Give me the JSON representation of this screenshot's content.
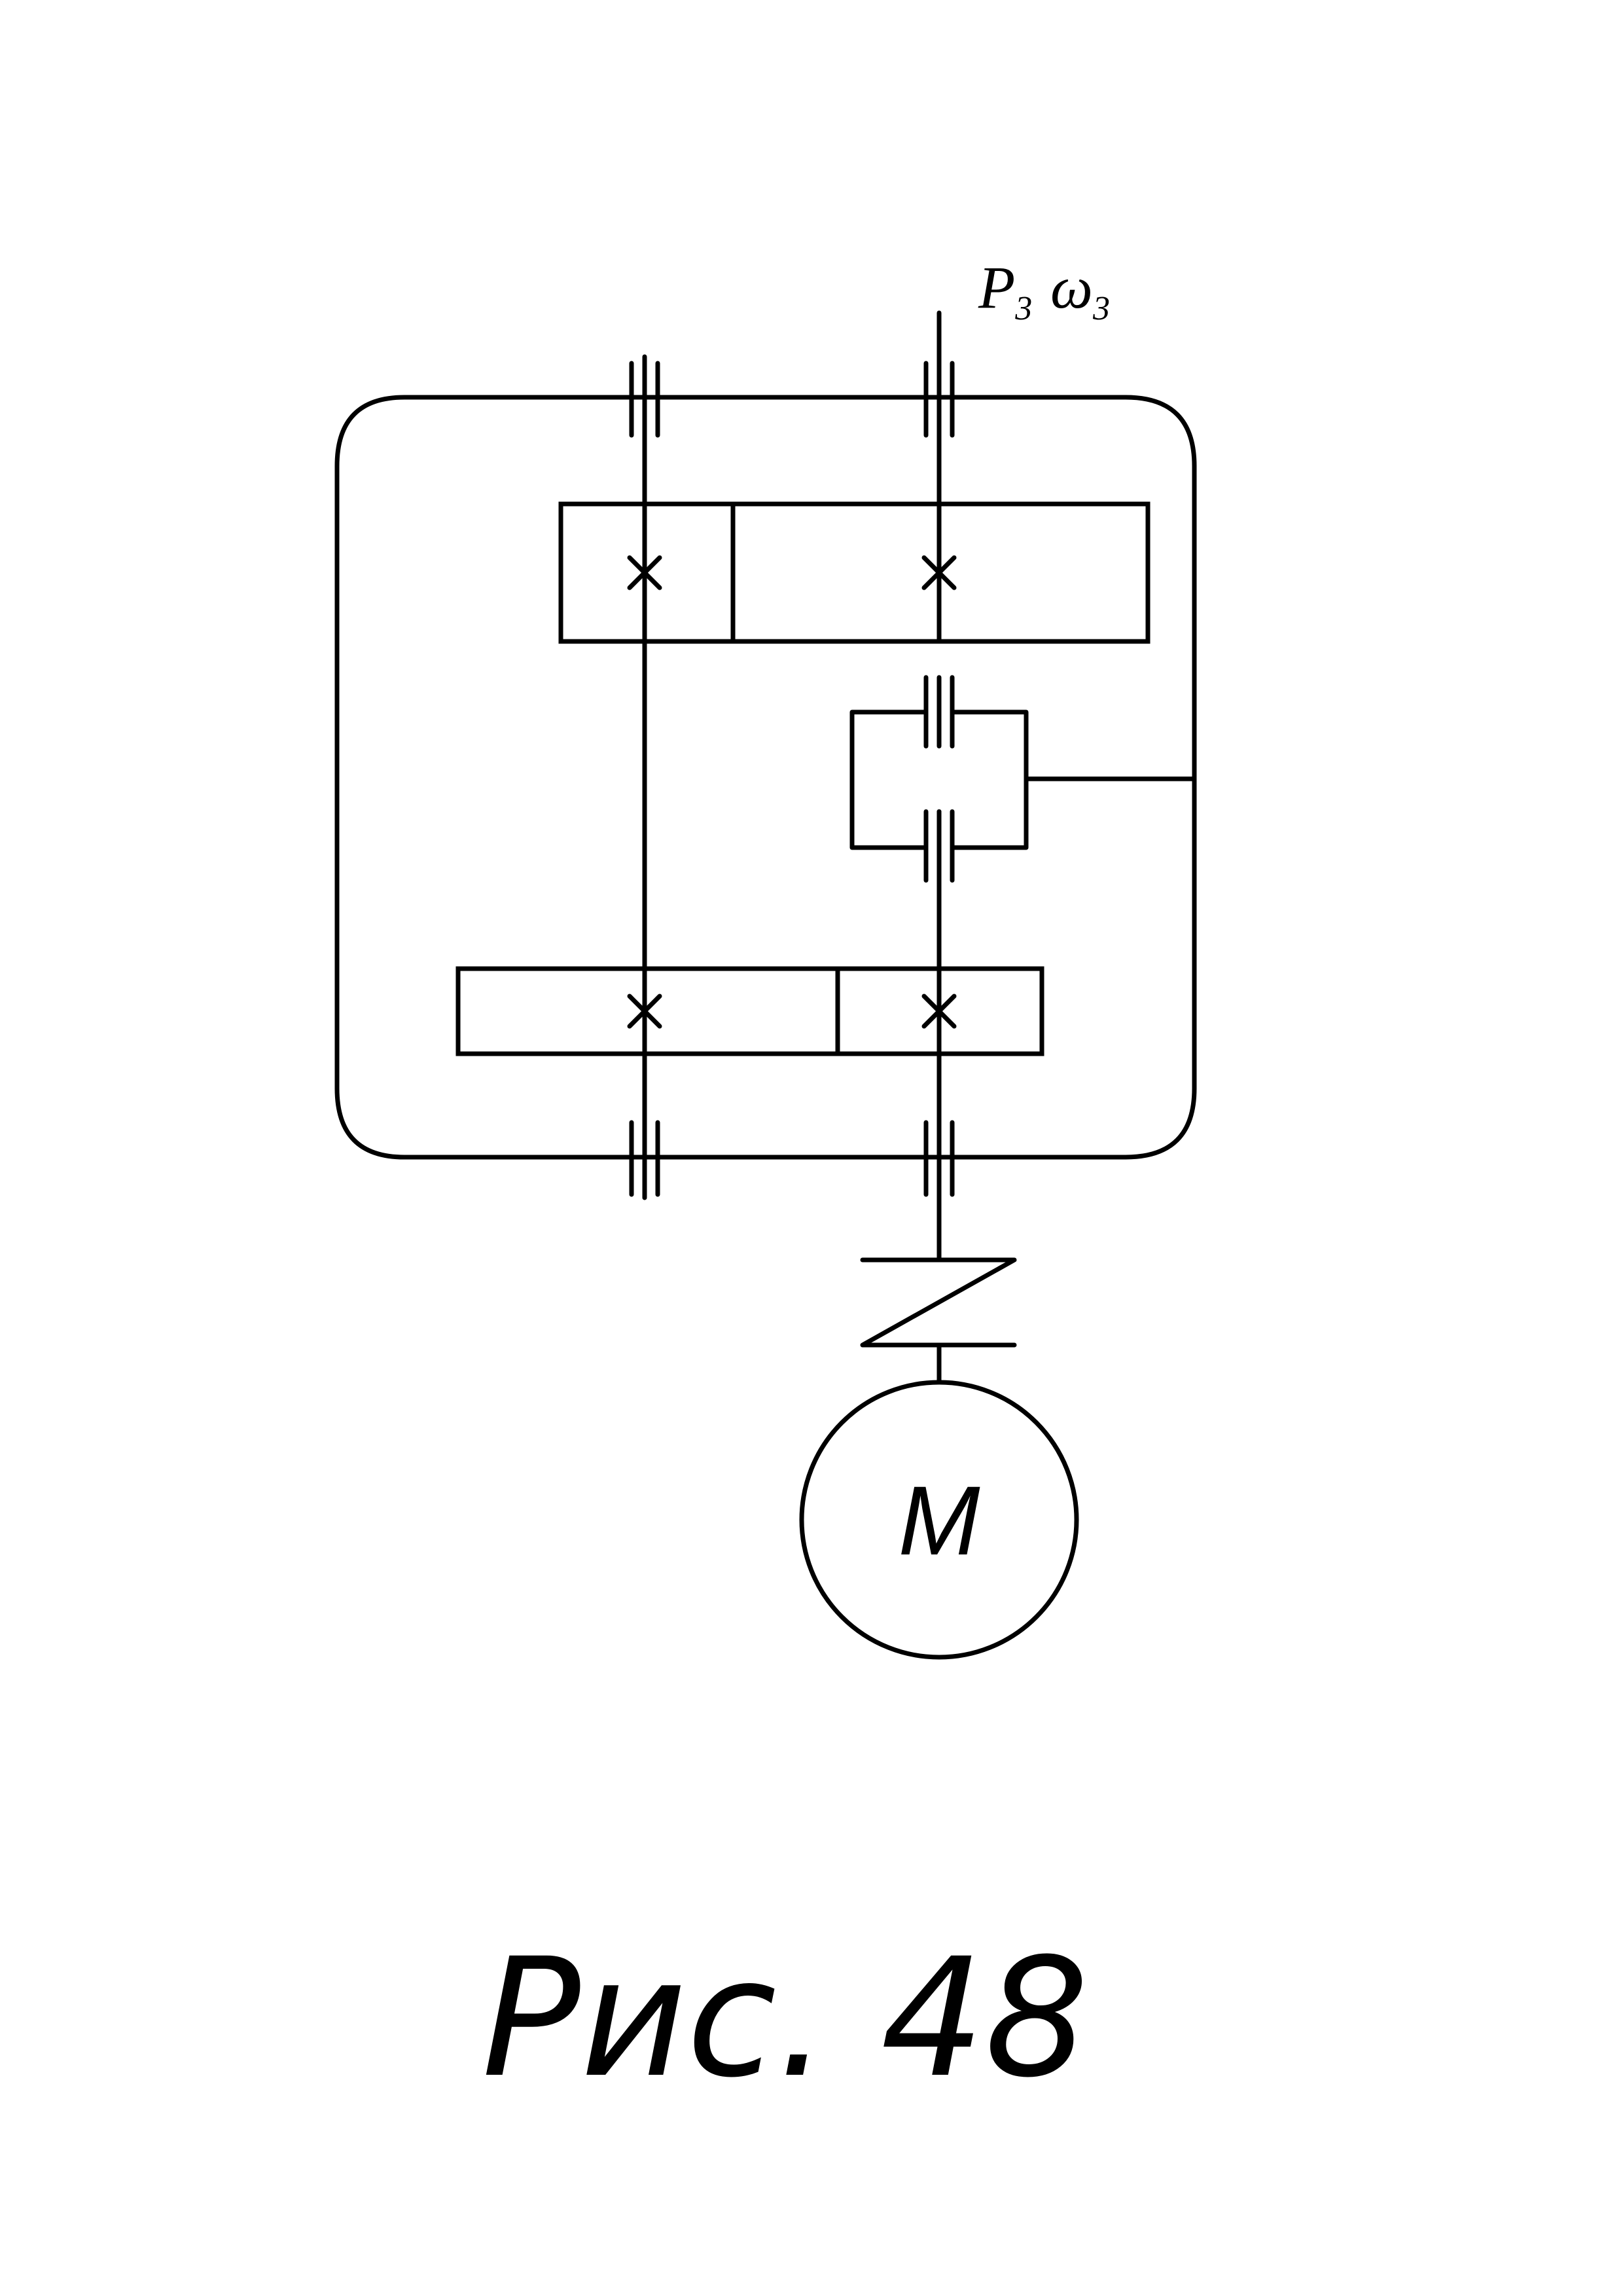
{
  "diagram": {
    "output_label": {
      "power_symbol": "P",
      "power_subscript": "3",
      "speed_symbol": "ω",
      "speed_subscript": "3"
    },
    "motor_label": "M",
    "caption": "Рис. 48"
  }
}
